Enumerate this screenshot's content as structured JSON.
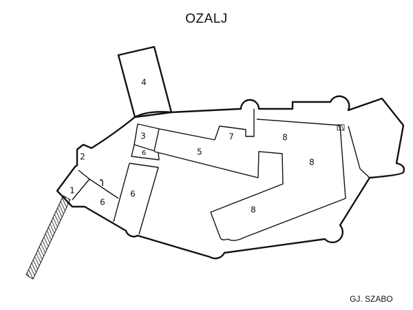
{
  "title": "OZALJ",
  "author": "GJ. SZABO",
  "rooms": {
    "r1": "1",
    "r2": "2",
    "r3": "3",
    "r4": "4",
    "r5": "5",
    "r6a": "6",
    "r6b": "6",
    "r6c": "6",
    "r7": "7",
    "r8a": "8",
    "r8b": "8",
    "r8c": "8"
  }
}
